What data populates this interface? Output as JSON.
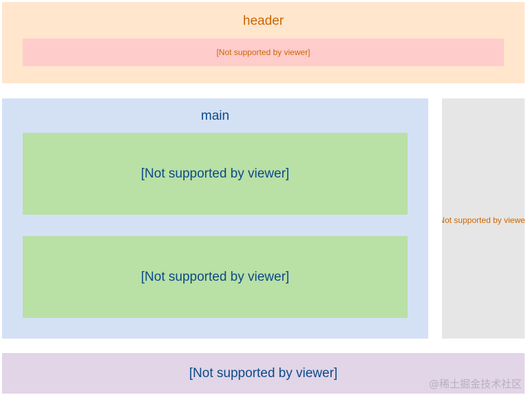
{
  "header": {
    "title": "header",
    "inner_text": "[Not supported by viewer]"
  },
  "main": {
    "title": "main",
    "blocks": [
      {
        "text": "[Not supported by viewer]"
      },
      {
        "text": "[Not supported by viewer]"
      }
    ]
  },
  "aside": {
    "text": "[Not supported by viewer]"
  },
  "footer": {
    "text": "[Not supported by viewer]"
  },
  "watermark": {
    "text": "@稀土掘金技术社区"
  },
  "colors": {
    "header_bg": "#ffe6cc",
    "header_inner_bg": "#ffcccc",
    "main_bg": "#d4e1f5",
    "block_bg": "#b9e0a5",
    "aside_bg": "#e6e6e6",
    "footer_bg": "#e1d5e7",
    "orange_text": "#cc6600",
    "blue_text": "#0c4a88"
  }
}
